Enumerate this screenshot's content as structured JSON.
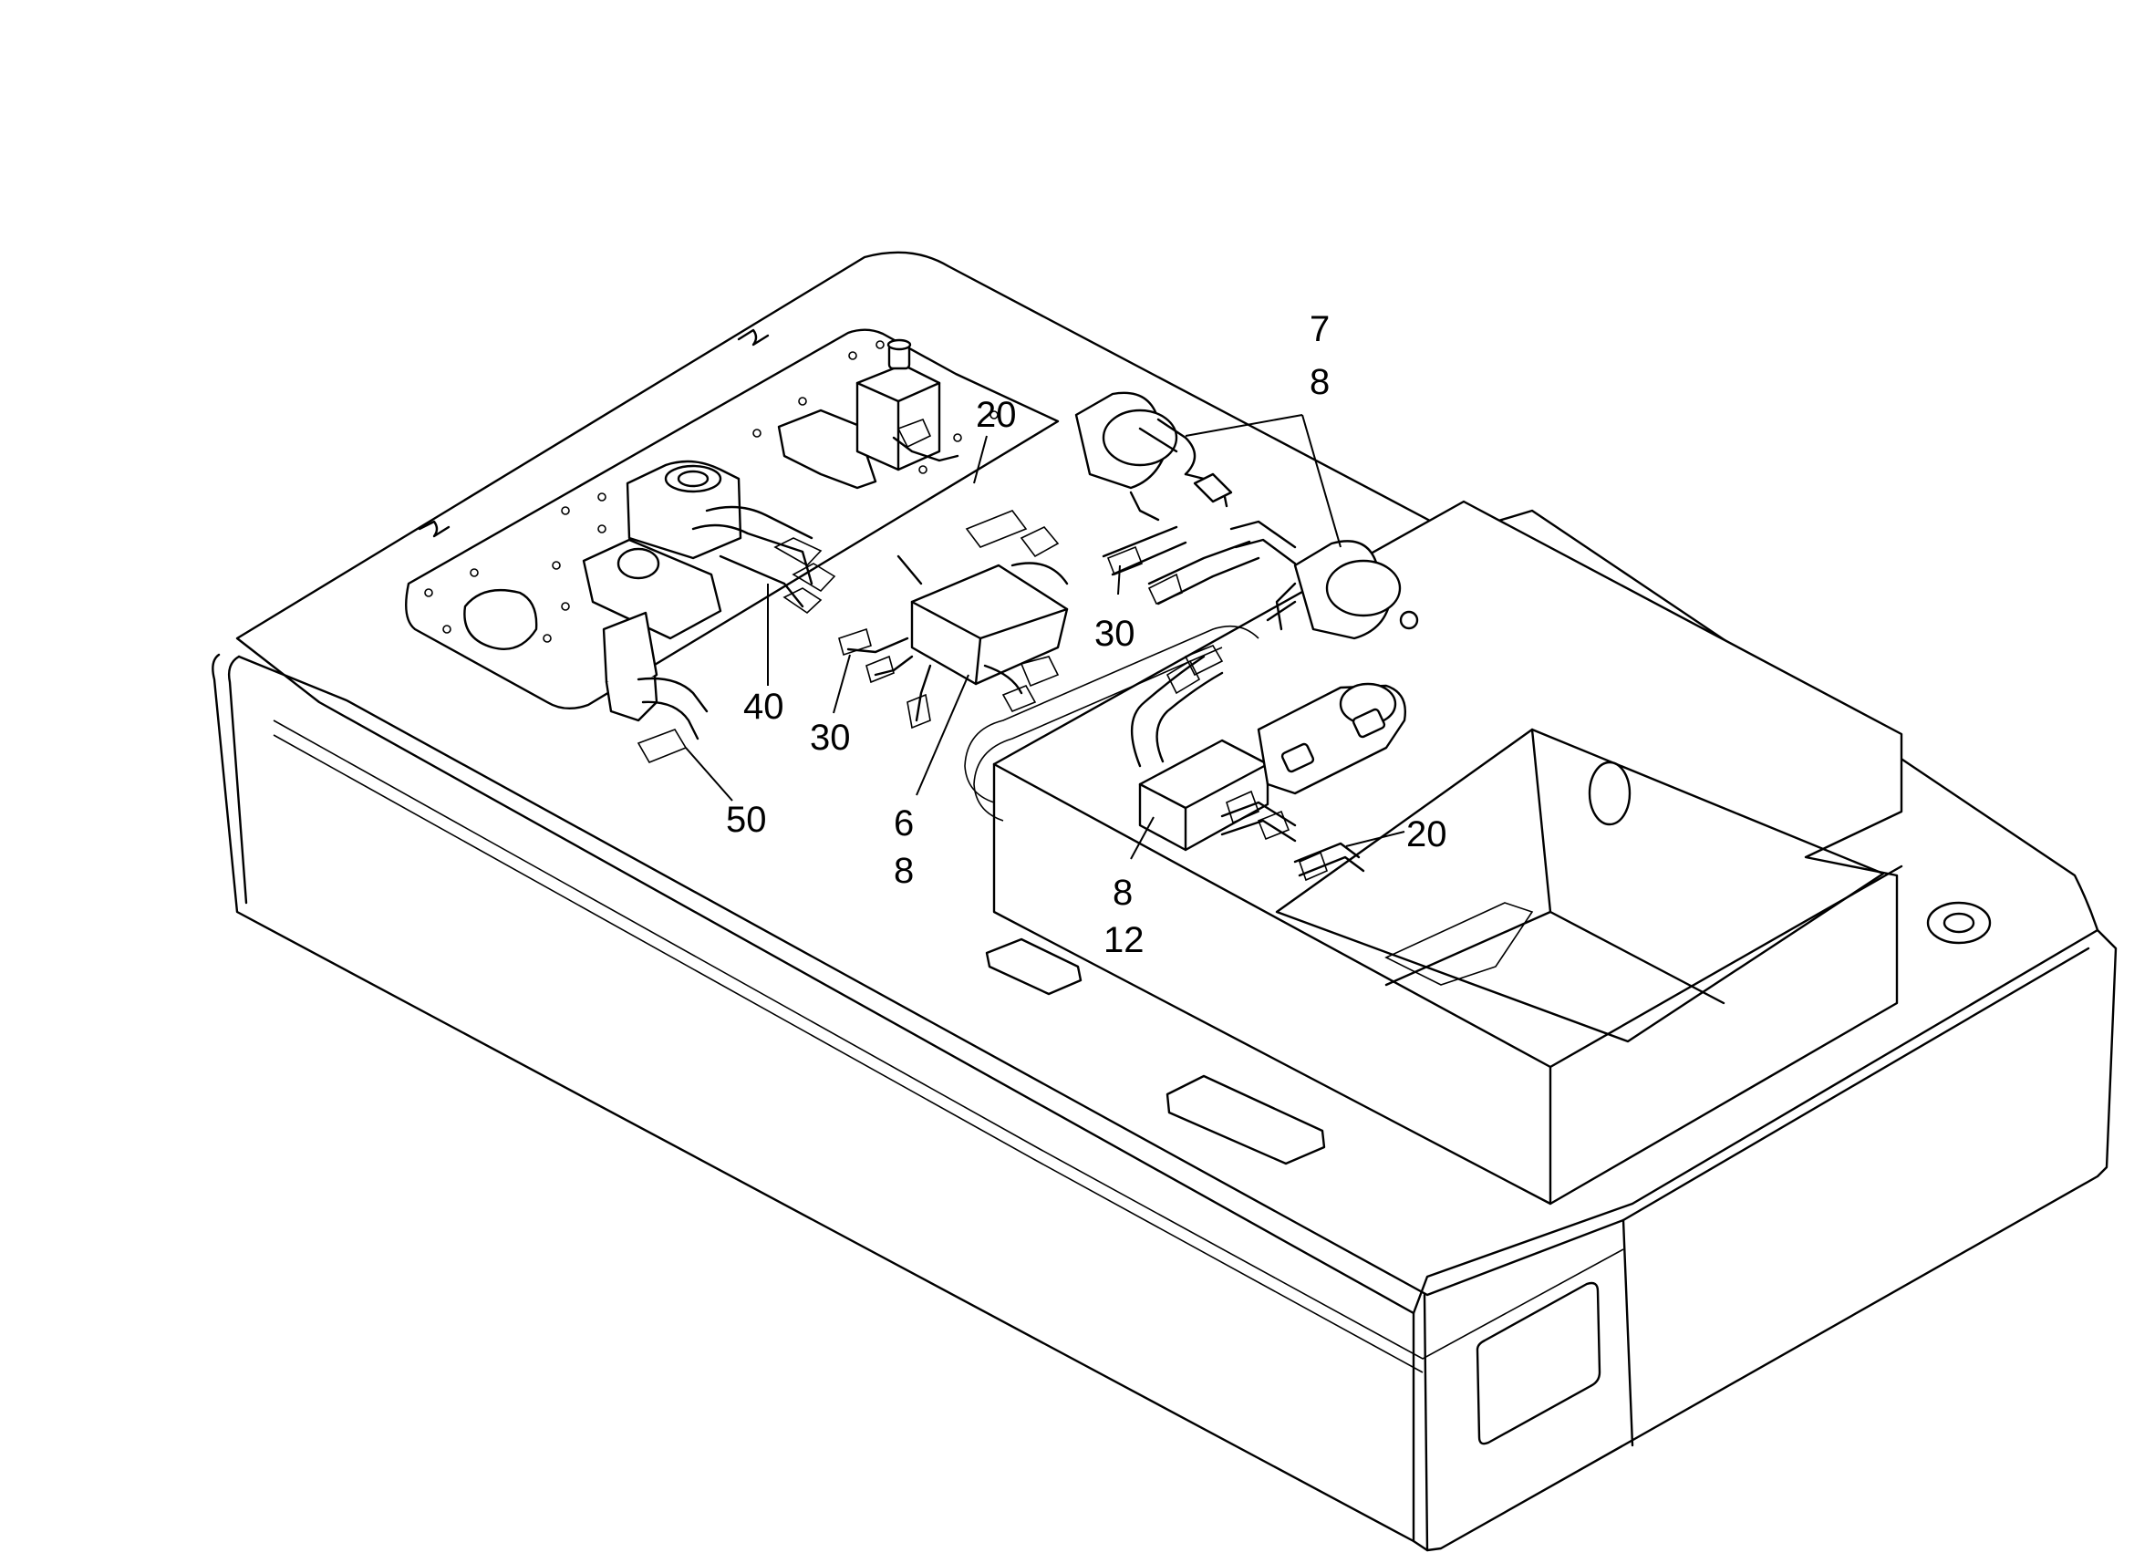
{
  "diagram": {
    "callouts": [
      {
        "id": "c-7",
        "text": "7"
      },
      {
        "id": "c-8-top",
        "text": "8"
      },
      {
        "id": "c-20-top",
        "text": "20"
      },
      {
        "id": "c-30-right",
        "text": "30"
      },
      {
        "id": "c-40",
        "text": "40"
      },
      {
        "id": "c-30-left",
        "text": "30"
      },
      {
        "id": "c-50",
        "text": "50"
      },
      {
        "id": "c-6",
        "text": "6"
      },
      {
        "id": "c-8-mid",
        "text": "8"
      },
      {
        "id": "c-8-low",
        "text": "8"
      },
      {
        "id": "c-12",
        "text": "12"
      },
      {
        "id": "c-20-right",
        "text": "20"
      }
    ]
  }
}
